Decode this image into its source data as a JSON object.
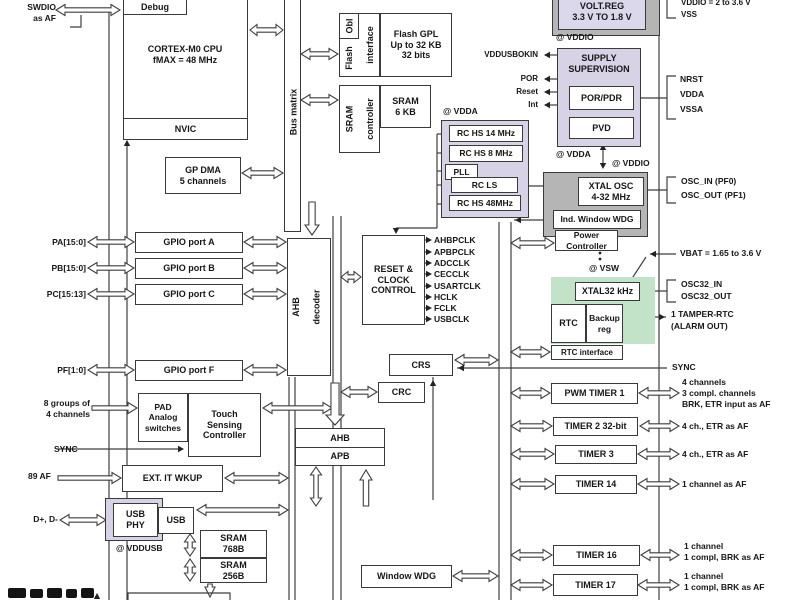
{
  "swd": {
    "line1": "SWDIO",
    "line2": "as AF"
  },
  "cpu": {
    "debug": "Debug",
    "name": "CORTEX-M0 CPU",
    "fmax": "fMAX = 48 MHz",
    "nvic": "NVIC"
  },
  "dma": {
    "line1": "GP DMA",
    "line2": "5 channels"
  },
  "bus": {
    "matrix": "Bus matrix",
    "decoder_line1": "AHB",
    "decoder_line2": "decoder"
  },
  "flash": {
    "obl": "Obl",
    "iface_line1": "Flash",
    "iface_line2": "interface",
    "gpl_line1": "Flash GPL",
    "gpl_line2": "Up to 32 KB",
    "gpl_line3": "32 bits"
  },
  "sram": {
    "ctrl_line1": "SRAM",
    "ctrl_line2": "controller",
    "main_line1": "SRAM",
    "main_line2": "6 KB",
    "usb_line1": "SRAM",
    "usb_size1": "768B",
    "usb_line2": "SRAM",
    "usb_size2": "256B"
  },
  "clocks": {
    "at_vdda": "@ VDDA",
    "items": [
      "RC HS 14 MHz",
      "RC HS 8 MHz",
      "PLL",
      "RC LS",
      "RC HS 48MHz"
    ]
  },
  "rcc": {
    "label": "RESET & CLOCK CONTROL",
    "outputs": [
      "AHBPCLK",
      "APBPCLK",
      "ADCCLK",
      "CECCLK",
      "USARTCLK",
      "HCLK",
      "FCLK",
      "USBCLK"
    ]
  },
  "gpio": {
    "ports": [
      {
        "pin": "PA[15:0]",
        "label": "GPIO port A"
      },
      {
        "pin": "PB[15:0]",
        "label": "GPIO port B"
      },
      {
        "pin": "PC[15:13]",
        "label": "GPIO port C"
      },
      {
        "pin": "PF[1:0]",
        "label": "GPIO port F"
      }
    ]
  },
  "tsc": {
    "pad": [
      "PAD",
      "Analog",
      "switches"
    ],
    "name": "Touch Sensing Controller",
    "groups_line1": "8 groups of",
    "groups_line2": "4 channels",
    "sync": "SYNC"
  },
  "exti": {
    "label": "EXT. IT WKUP",
    "af": "89 AF"
  },
  "usb": {
    "phy_line1": "USB",
    "phy_line2": "PHY",
    "name": "USB",
    "pins": "D+, D-",
    "at_vddusb": "@ VDDUSB"
  },
  "bridge": {
    "ahb": "AHB",
    "apb": "APB"
  },
  "misc": {
    "crs": "CRS",
    "crc": "CRC",
    "wwdg": "Window WDG"
  },
  "supply": {
    "voltreg_line1": "VOLT.REG",
    "voltreg_line2": "3.3 V TO 1.8 V",
    "at_vddio": "@ VDDIO",
    "vdd_pin": "VDDIO = 2 to 3.6 V",
    "vss_pin": "VSS",
    "title": "SUPPLY SUPERVISION",
    "porpdr": "POR/PDR",
    "pvd": "PVD",
    "at_vdda": "@ VDDA",
    "outputs": [
      "VDDUSBOKIN",
      "POR",
      "Reset",
      "Int"
    ],
    "pins": [
      "NRST",
      "VDDA",
      "VSSA"
    ],
    "vbat": "VBAT = 1.65 to 3.6 V",
    "at_vsw": "@ VSW"
  },
  "osc": {
    "at_vddio": "@ VDDIO",
    "xtal_line1": "XTAL OSC",
    "xtal_line2": "4-32 MHz",
    "iwdg": "Ind. Window WDG",
    "power_line1": "Power",
    "power_line2": "Controller",
    "pins": [
      "OSC_IN (PF0)",
      "OSC_OUT (PF1)"
    ],
    "xtal32": "XTAL32 kHz",
    "pins32": [
      "OSC32_IN",
      "OSC32_OUT"
    ]
  },
  "rtc": {
    "name": "RTC",
    "backup_line1": "Backup",
    "backup_line2": "reg",
    "iface": "RTC interface",
    "tamper_line1": "1 TAMPER-RTC",
    "tamper_line2": "(ALARM OUT)",
    "sync": "SYNC"
  },
  "timers": [
    {
      "name": "PWM TIMER 1",
      "pins": [
        "4 channels",
        "3 compl. channels",
        "BRK, ETR input as AF"
      ]
    },
    {
      "name": "TIMER 2 32-bit",
      "pins": [
        "4 ch., ETR as AF"
      ]
    },
    {
      "name": "TIMER 3",
      "pins": [
        "4 ch., ETR as AF"
      ]
    },
    {
      "name": "TIMER 14",
      "pins": [
        "1 channel as AF"
      ]
    },
    {
      "name": "TIMER 16",
      "pins": [
        "1 channel",
        "1 compl, BRK as AF"
      ]
    },
    {
      "name": "TIMER 17",
      "pins": [
        "1 channel",
        "1 compl, BRK as AF"
      ]
    }
  ]
}
